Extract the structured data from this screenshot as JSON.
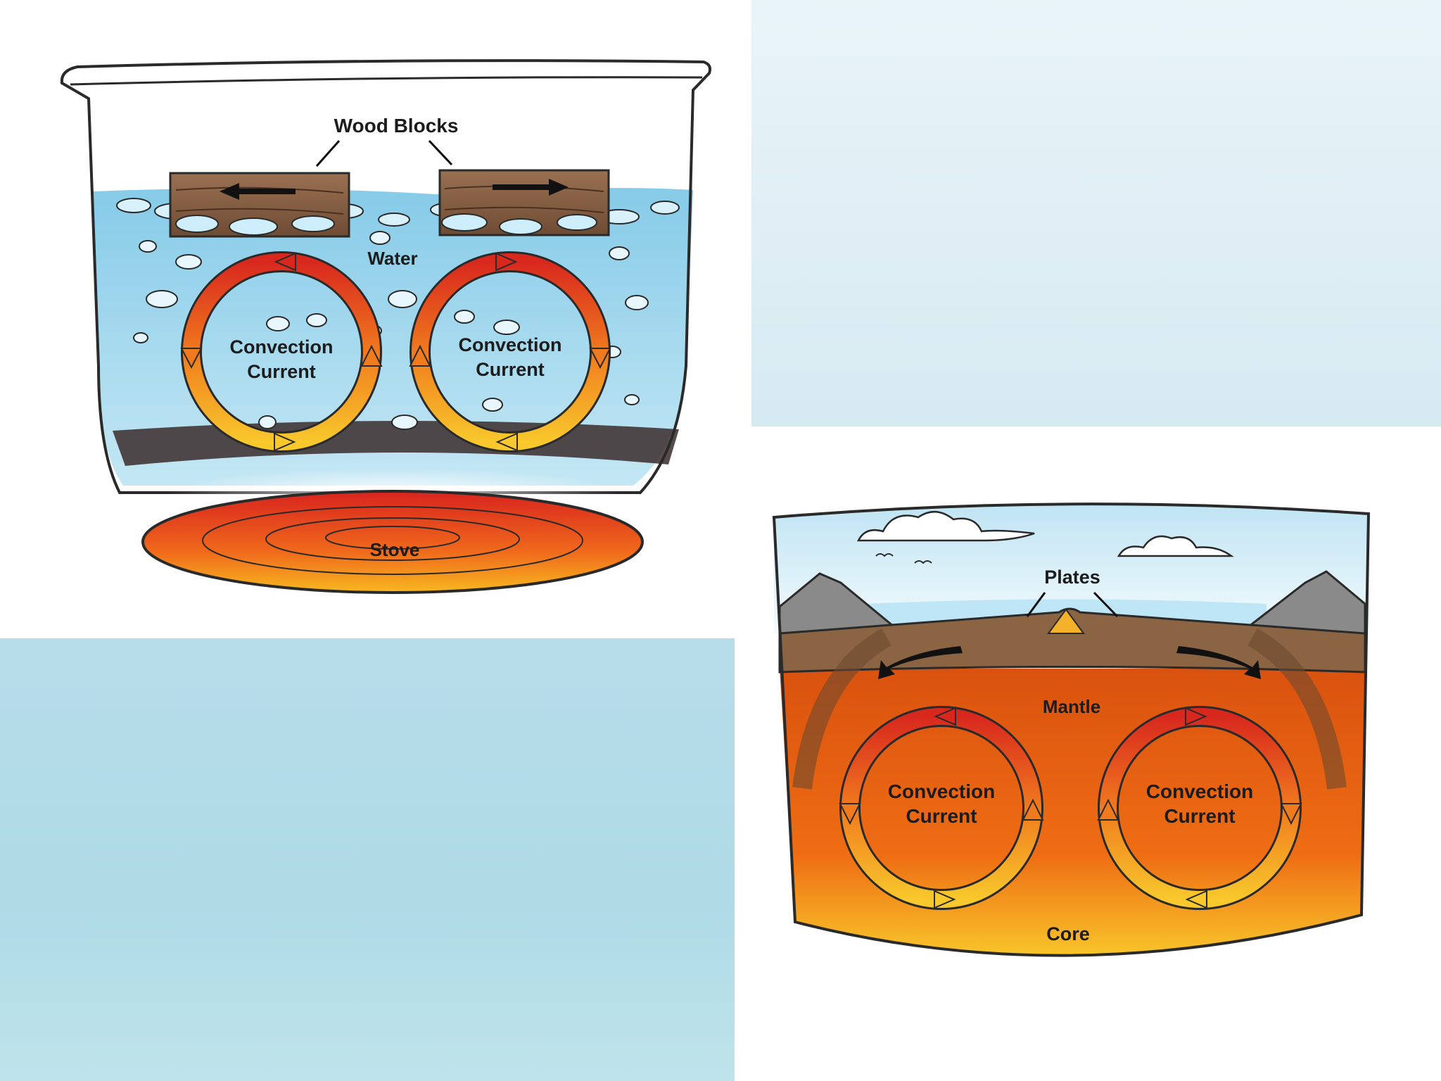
{
  "beaker_diagram": {
    "wood_blocks_label": "Wood Blocks",
    "water_label": "Water",
    "stove_label": "Stove",
    "current_left": {
      "line1": "Convection",
      "line2": "Current"
    },
    "current_right": {
      "line1": "Convection",
      "line2": "Current"
    }
  },
  "earth_diagram": {
    "plates_label": "Plates",
    "mantle_label": "Mantle",
    "core_label": "Core",
    "current_left": {
      "line1": "Convection",
      "line2": "Current"
    },
    "current_right": {
      "line1": "Convection",
      "line2": "Current"
    }
  },
  "colors": {
    "water": "#8fd0ea",
    "mantle": "#ec6a18",
    "core_glow": "#f7c21c",
    "arrow_hot": "#d8281e",
    "arrow_warm": "#f7c42a",
    "crust": "#8a6443",
    "stove": "#e8431c"
  },
  "icons": [
    "left-arrow-icon",
    "right-arrow-icon",
    "cloud-icon",
    "bird-icon",
    "mountain-icon"
  ]
}
